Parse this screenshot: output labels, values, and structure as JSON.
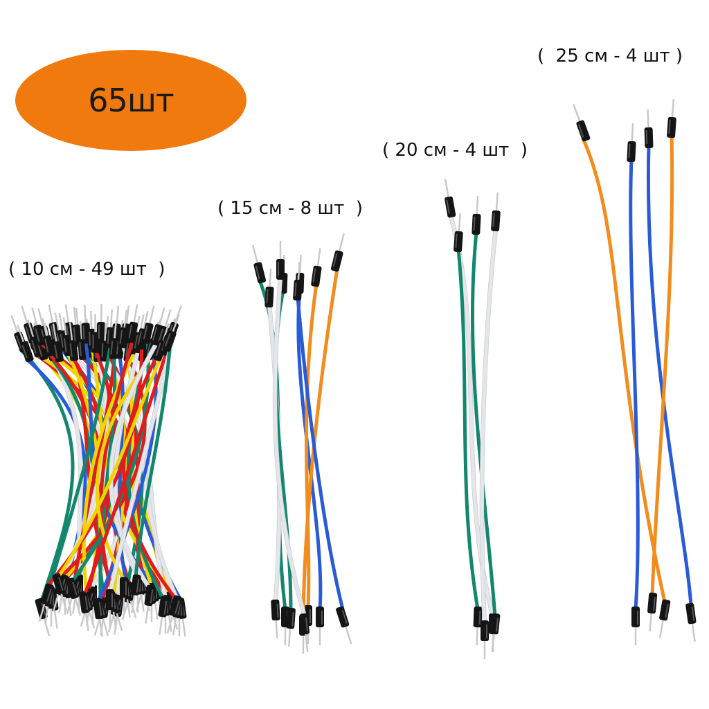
{
  "badge": {
    "text": "65шт",
    "color": "#f07a0e"
  },
  "groups": [
    {
      "label": "( 10 см - 49 шт  )"
    },
    {
      "label": "( 15 см - 8 шт  )"
    },
    {
      "label": "( 20 см - 4 шт  )"
    },
    {
      "label": "(  25 см - 4 шт )"
    }
  ],
  "wire_colors": {
    "green": "#12876e",
    "blue": "#2a5bd7",
    "orange": "#f28c1c",
    "white": "#e4e6ea",
    "yellow": "#f2d400",
    "red": "#e21b1b",
    "connector": "#151515"
  }
}
